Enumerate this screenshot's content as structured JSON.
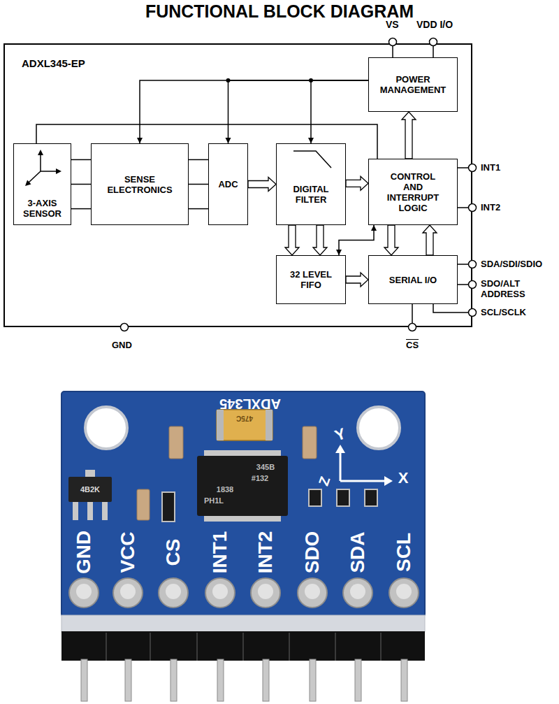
{
  "diagram": {
    "title": "FUNCTIONAL BLOCK DIAGRAM",
    "nodes": [
      {
        "text": [
          "ADXL345-EP"
        ]
      },
      {
        "text": [
          "3-AXIS SENSOR"
        ],
        "in": 0
      },
      {
        "text": [
          "SENSE ELECTRONICS"
        ],
        "in": 0
      },
      {
        "text": [
          "ADC"
        ],
        "in": 0
      },
      {
        "text": [
          "DIGITAL FILTER"
        ],
        "in": 0
      },
      {
        "text": [
          "POWER MANAGEMENT"
        ],
        "in": 0
      },
      {
        "text": [
          "CONTROL AND INTERRUPT LOGIC"
        ],
        "in": 0
      },
      {
        "text": [
          "32 LEVEL FIFO"
        ],
        "in": 0
      },
      {
        "text": [
          "SERIAL I/O"
        ],
        "in": 0
      }
    ],
    "edges": [
      {
        "from": 1,
        "to": 2,
        "arrow": "none"
      },
      {
        "from": 1,
        "to": 2,
        "arrow": "none"
      },
      {
        "from": 1,
        "to": 2,
        "arrow": "none"
      },
      {
        "from": 2,
        "to": 3,
        "arrow": "none"
      },
      {
        "from": 2,
        "to": 3,
        "arrow": "none"
      },
      {
        "from": 2,
        "to": 3,
        "arrow": "none"
      },
      {
        "from": 3,
        "to": 4,
        "arrow": "to"
      },
      {
        "from": 4,
        "to": 6,
        "arrow": "to"
      },
      {
        "from": 4,
        "to": 7,
        "arrow": "to"
      },
      {
        "from": 4,
        "to": 7,
        "arrow": "to"
      },
      {
        "from": 7,
        "to": 8,
        "arrow": "to"
      },
      {
        "from": 7,
        "to": 6,
        "arrow": "both"
      },
      {
        "from": 6,
        "to": 5,
        "arrow": "to"
      },
      {
        "from": 6,
        "to": 8,
        "arrow": "to"
      },
      {
        "from": 8,
        "to": 6,
        "arrow": "to"
      },
      {
        "from": 5,
        "to": 2,
        "arrow": "to"
      },
      {
        "from": 5,
        "to": 3,
        "arrow": "to"
      },
      {
        "from": 5,
        "to": 4,
        "arrow": "to"
      },
      {
        "from": 6,
        "to": 1,
        "arrow": "none"
      }
    ],
    "labels": [
      "VS",
      "VDD I/O",
      "INT1",
      "INT2",
      "SDA/SDI/SDIO",
      "SDO/ALT ADDRESS",
      "SCL/SCLK",
      "GND",
      "CS",
      "ADXL345",
      "475C",
      "345B",
      "#132",
      "1838",
      "PH1L",
      "4B2K",
      "Y",
      "X",
      "Z",
      "GND",
      "VCC",
      "CS",
      "INT1",
      "INT2",
      "SDO",
      "SDA",
      "SCL"
    ]
  }
}
